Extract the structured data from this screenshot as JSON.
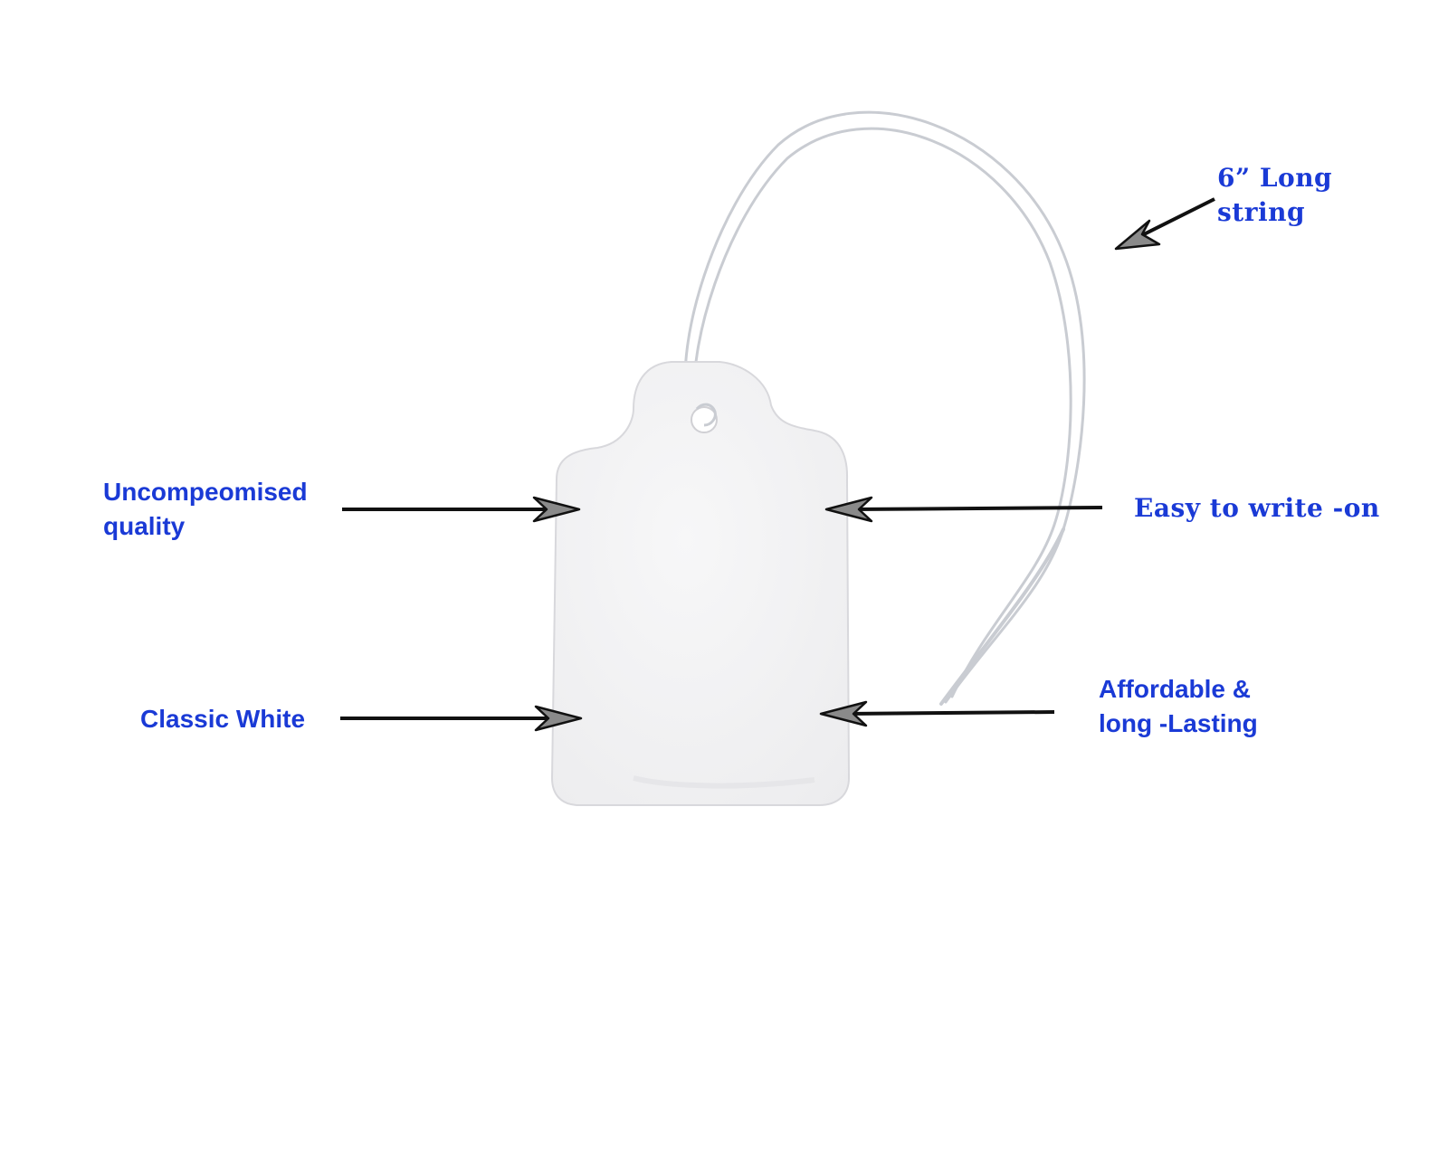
{
  "callouts": {
    "string_length": {
      "lines": [
        "6” Long",
        "string"
      ]
    },
    "quality": {
      "lines": [
        "Uncompeomised",
        "quality"
      ]
    },
    "writable": {
      "lines": [
        "Easy to write -on"
      ]
    },
    "color": {
      "lines": [
        "Classic White"
      ]
    },
    "durability": {
      "lines": [
        "Affordable &",
        "long -Lasting"
      ]
    }
  },
  "colors": {
    "label_text": "#1a3ad6",
    "arrow_shaft": "#111111",
    "arrow_head": "#8a8a8a",
    "tag_fill": "#f4f4f5",
    "tag_edge": "#d8d8dc",
    "string": "#c9ccd2",
    "background": "#ffffff"
  }
}
